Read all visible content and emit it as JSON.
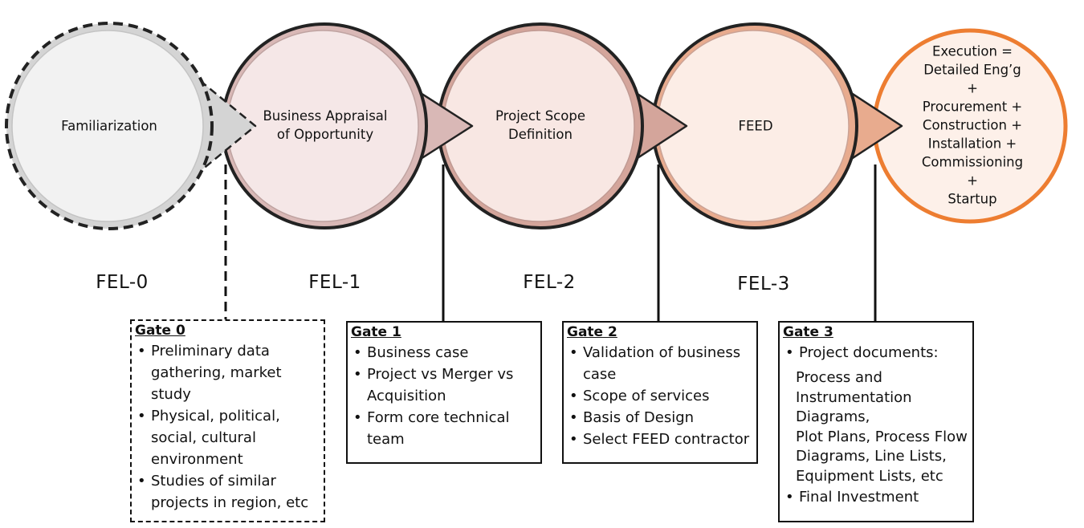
{
  "stages": [
    {
      "id": "fel0",
      "label": "Familiarization"
    },
    {
      "id": "fel1",
      "label": "Business Appraisal\nof Opportunity"
    },
    {
      "id": "fel2",
      "label": "Project Scope\nDefinition"
    },
    {
      "id": "fel3",
      "label": "FEED"
    },
    {
      "id": "exec",
      "label": "Execution =\nDetailed Eng’g +\nProcurement +\nConstruction +\nInstallation +\nCommissioning +\nStartup"
    }
  ],
  "phases": [
    "FEL-0",
    "FEL-1",
    "FEL-2",
    "FEL-3"
  ],
  "gates": [
    {
      "title": "Gate 0",
      "items": [
        "Preliminary data gathering, market study",
        "Physical, political, social, cultural environment",
        "Studies of similar projects in region, etc"
      ]
    },
    {
      "title": "Gate 1",
      "items": [
        "Business case",
        "Project vs Merger vs Acquisition",
        "Form core technical team"
      ]
    },
    {
      "title": "Gate 2",
      "items": [
        "Validation of business case",
        "Scope of services",
        "Basis of Design",
        "Select FEED contractor"
      ]
    },
    {
      "title": "Gate 3",
      "items": [
        "Project documents:"
      ],
      "details": [
        "Process and Instrumentation Diagrams,",
        "Plot Plans, Process Flow Diagrams, Line Lists,",
        "Equipment Lists, etc"
      ],
      "final_item": "Final Investment"
    }
  ],
  "colors": {
    "fel0_fill": "#f2f2f2",
    "fel0_pointer": "#d4d4d4",
    "fel1_fill": "#f5e7e7",
    "fel1_pointer": "#d9b8b6",
    "fel2_fill": "#f8e7e3",
    "fel2_pointer": "#d4a59b",
    "fel3_fill": "#fcede6",
    "fel3_pointer": "#e8ab8e",
    "exec_fill": "#fdf0e9",
    "exec_border": "#ed7d31",
    "line": "#111111"
  }
}
